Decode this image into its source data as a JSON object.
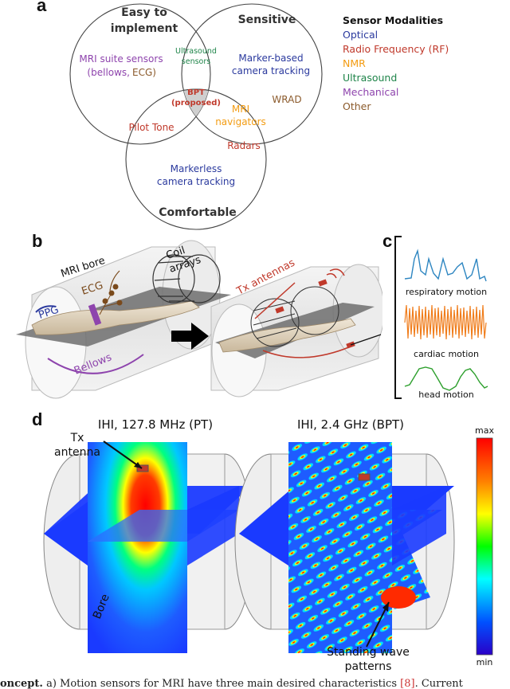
{
  "panel_labels": [
    "a",
    "b",
    "c",
    "d"
  ],
  "venn": {
    "circles": [
      "Easy to implement",
      "Sensitive",
      "Comfortable"
    ],
    "easy_line1": "Easy to",
    "easy_line2": "implement",
    "mri_suite_1": "MRI suite sensors",
    "mri_suite_2a": "(bellows,",
    "mri_suite_2b": "ECG)",
    "ultrasound_1": "Ultrasound",
    "ultrasound_2": "sensors",
    "marker_1": "Marker-based",
    "marker_2": "camera tracking",
    "wrad": "WRAD",
    "bpt_1": "BPT",
    "bpt_2": "(proposed)",
    "mri_nav_1": "MRI",
    "mri_nav_2": "navigators",
    "pilot": "Pilot Tone",
    "radars": "Radars",
    "markerless_1": "Markerless",
    "markerless_2": "camera tracking"
  },
  "legend": {
    "title": "Sensor Modalities",
    "items": [
      {
        "label": "Optical",
        "color": "#2b3a9e"
      },
      {
        "label": "Radio Frequency (RF)",
        "color": "#c0392b"
      },
      {
        "label": "NMR",
        "color": "#f39c12"
      },
      {
        "label": "Ultrasound",
        "color": "#1e8449"
      },
      {
        "label": "Mechanical",
        "color": "#8e44ad"
      },
      {
        "label": "Other",
        "color": "#8b5a2b"
      }
    ]
  },
  "panel_b": {
    "mri_bore": "MRI bore",
    "coil_arrays_1": "Coil",
    "coil_arrays_2": "arrays",
    "ecg": "ECG",
    "ppg": "PPG",
    "bellows": "Bellows",
    "tx_antennas": "Tx antennas"
  },
  "panel_c": {
    "traces": [
      {
        "label": "respiratory motion",
        "color": "#2e86c1"
      },
      {
        "label": "cardiac motion",
        "color": "#f07c1a"
      },
      {
        "label": "head motion",
        "color": "#2ea02e"
      }
    ]
  },
  "panel_d": {
    "left_title": "IHI, 127.8 MHz (PT)",
    "right_title": "IHI, 2.4 GHz (BPT)",
    "tx_1": "Tx",
    "tx_2": "antenna",
    "bore": "Bore",
    "standing_1": "Standing wave",
    "standing_2": "patterns",
    "colorbar_max": "max",
    "colorbar_min": "min"
  },
  "caption": {
    "lead": "oncept.",
    "body": " a) Motion sensors for MRI have three main desired characteristics ",
    "ref": "[8]",
    "tail": ". Current"
  }
}
